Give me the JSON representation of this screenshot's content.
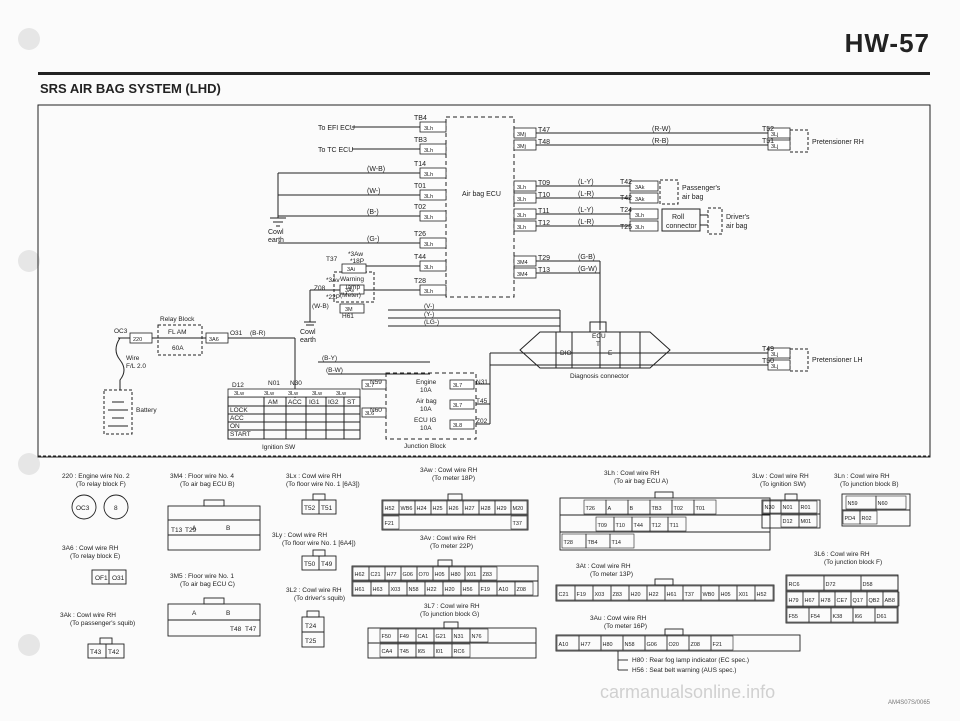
{
  "page": {
    "number": "HW-57",
    "title": "SRS AIR BAG SYSTEM (LHD)",
    "watermark": "carmanualsonline.info",
    "code": "AM4S07S/0065"
  },
  "diagram": {
    "top_left": {
      "to_efi": "To EFI ECU",
      "to_tc": "To TC ECU",
      "wires": [
        "(W-B)",
        "(W-)",
        "(B-)",
        "(G-)"
      ],
      "cowl_earth_1": "Cowl",
      "cowl_earth_2": "earth",
      "cowl_earth_3": "Cowl",
      "cowl_earth_4": "earth"
    },
    "ecu": {
      "label": "Air bag ECU",
      "left_pins": [
        "TB4",
        "TB3",
        "T14",
        "T01",
        "T02",
        "T26",
        "T44",
        "T28"
      ],
      "left_boxes": [
        "3Lh",
        "3Lh",
        "3Lh",
        "3Lh",
        "3Lh",
        "3Lh",
        "3Lh",
        "3Lh"
      ],
      "right_pins": [
        "T47",
        "T48",
        "T09",
        "T10",
        "T11",
        "T12",
        "T29",
        "T13"
      ],
      "right_boxes": [
        "3Mj",
        "3Mj",
        "3Lh",
        "3Lh",
        "3Lh",
        "3Lh",
        "3M4",
        "3M4"
      ],
      "right_wires": [
        "(R-W)",
        "(R-B)",
        "(L-Y)",
        "(L-R)",
        "(L-Y)",
        "(L-R)",
        "(G-B)",
        "(G-W)"
      ]
    },
    "outputs": {
      "pretensioner_rh": "Pretensioner RH",
      "pretensioner_lh": "Pretensioner LH",
      "passenger_1": "Passenger's",
      "passenger_2": "air bag",
      "driver_1": "Driver's",
      "driver_2": "air bag",
      "roll_1": "Roll",
      "roll_2": "connector",
      "t52": "T52",
      "t51": "T51",
      "t42a": "T42",
      "t43a": "T42",
      "t24": "T24",
      "t25": "T25",
      "t49": "T49",
      "t50": "T50",
      "box_3lj": "3Lj",
      "box_3ak": "3Ak",
      "box_3lh": "3Lh"
    },
    "warning": {
      "lamp_1": "Warning",
      "lamp_2": "lamp",
      "lamp_3": "(Meter)",
      "t37": "T37",
      "z08": "Z08",
      "h61": "H61",
      "p3aw": "*3Aw",
      "p18p": "*18P",
      "p3av": "*3Av",
      "p22p": "*22P",
      "box_3ai": "3Ai",
      "box_3av": "3Av",
      "box_3m": "3M",
      "wb": "(W-B)"
    },
    "diag": {
      "label": "Diagnosis connector",
      "ecu": "ECU",
      "t": "T",
      "dio": "DIO",
      "e": "E",
      "wires": [
        "(V-)",
        "(Y-)",
        "(LG-)"
      ]
    },
    "relay": {
      "label": "Relay Block",
      "oc3": "OC3",
      "box_220": "220",
      "fl_am": "FL AM",
      "amp": "60A",
      "box_3a6": "3A6",
      "o31": "O31",
      "o31_wire": "(B-R)",
      "wire_1": "Wire",
      "wire_2": "F/L 2.0",
      "battery": "Battery"
    },
    "ignition": {
      "label": "Ignition SW",
      "d12": "D12",
      "n01": "N01",
      "n30": "N30",
      "box_3lw": "3Lw",
      "headers": [
        "AM",
        "ACC",
        "IG1",
        "IG2",
        "ST"
      ],
      "rows": [
        "LOCK",
        "ACC",
        "ON",
        "START"
      ],
      "wire_by": "(B-Y)",
      "wire_bw": "(B-W)"
    },
    "junction": {
      "label": "Junction Block",
      "engine": "Engine",
      "engine_a": "10A",
      "airbag": "Air bag",
      "airbag_a": "10A",
      "ecuig": "ECU IG",
      "ecuig_a": "10A",
      "n59": "N59",
      "n60": "N60",
      "n31": "N31",
      "t45": "T45",
      "z02": "Z02",
      "box_3l7": "3L7",
      "box_3l6": "3L6",
      "box_3l8": "3L8"
    },
    "connectors": {
      "c220": "220 : Engine wire No. 2",
      "c220b": "(To relay block F)",
      "c220_pin": "OC3",
      "c220_pin2": "8",
      "c3a6": "3A6 : Cowl wire RH",
      "c3a6b": "(To relay block E)",
      "c3a6_p1": "OF1",
      "c3a6_p2": "O31",
      "c3ak": "3Ak : Cowl wire RH",
      "c3akb": "(To passenger's squib)",
      "c3ak_p": [
        "T43",
        "T42"
      ],
      "c3m4": "3M4 : Floor wire No. 4",
      "c3m4b": "(To air bag ECU B)",
      "c3m4_p": [
        "A",
        "B",
        "T13",
        "T29"
      ],
      "c3m5": "3M5 : Floor wire No. 1",
      "c3m5b": "(To air bag ECU C)",
      "c3m5_p": [
        "A",
        "B",
        "T48",
        "T47"
      ],
      "c3lx": "3Lx : Cowl wire RH",
      "c3lxb": "(To floor wire No. 1 [6A3])",
      "c3lx_p": [
        "T52",
        "T51"
      ],
      "c3ly": "3Ly : Cowl wire RH",
      "c3lyb": "(To floor wire No. 1 [6A4])",
      "c3ly_p": [
        "T50",
        "T49"
      ],
      "c3l2": "3L2 : Cowl wire RH",
      "c3l2b": "(To driver's squib)",
      "c3l2_p": [
        "T24",
        "T25"
      ],
      "c3aw": "3Aw : Cowl wire RH",
      "c3awb": "(To meter 18P)",
      "c3aw_r1": [
        "H52",
        "WB6",
        "H24",
        "H25",
        "H26",
        "H27",
        "H28",
        "H29",
        "M20"
      ],
      "c3aw_r2": [
        "F21",
        "T37"
      ],
      "c3av": "3Av : Cowl wire RH",
      "c3avb": "(To meter 22P)",
      "c3av_r1": [
        "H62",
        "C21",
        "H77",
        "G06",
        "O70",
        "H05",
        "H80",
        "X01",
        "Z83"
      ],
      "c3av_r2": [
        "H61",
        "H63",
        "X03",
        "N58",
        "H22",
        "H20",
        "H56",
        "F19",
        "A10",
        "Z08"
      ],
      "c3l7": "3L7 : Cowl wire RH",
      "c3l7b": "(To junction block G)",
      "c3l7_r1": [
        "F50",
        "F49",
        "CA1",
        "G21",
        "N31",
        "N76"
      ],
      "c3l7_r2": [
        "CA4",
        "T45",
        "I65",
        "I01",
        "RC6"
      ],
      "c3lh": "3Lh : Cowl wire RH",
      "c3lhb": "(To air bag ECU A)",
      "c3lh_r1": [
        "T26",
        "A",
        "B",
        "TB3",
        "T02",
        "T01"
      ],
      "c3lh_r2": [
        "T09",
        "T10",
        "T44",
        "T12",
        "T11"
      ],
      "c3lh_r3": [
        "T28",
        "TB4",
        "T14"
      ],
      "c3at": "3At : Cowl wire RH",
      "c3atb": "(To meter 13P)",
      "c3at_r": [
        "C21",
        "F19",
        "X03",
        "Z83",
        "H20",
        "H22",
        "H61",
        "T37",
        "WB0",
        "H05",
        "X01",
        "H52"
      ],
      "c3au": "3Au : Cowl wire RH",
      "c3aub": "(To meter 16P)",
      "c3au_r": [
        "A10",
        "H77",
        "H80",
        "N58",
        "G06",
        "O20",
        "Z08",
        "F21"
      ],
      "c3lw": "3Lw : Cowl wire RH",
      "c3lwb": "(To ignition SW)",
      "c3lw_p": [
        "N30",
        "N01",
        "R01",
        "D12",
        "M01"
      ],
      "c3ln": "3Ln : Cowl wire RH",
      "c3lnb": "(To junction block B)",
      "c3ln_p": [
        "N59",
        "N60",
        "PD4",
        "R02"
      ],
      "c3l6": "3L6 : Cowl wire RH",
      "c3l6b": "(To junction block F)",
      "c3l6_p": [
        "RC6",
        "D72",
        "D58",
        "H79",
        "H67",
        "H78",
        "CE7",
        "Q17",
        "QB2",
        "AB8",
        "F55",
        "F54",
        "K38",
        "I66",
        "D61"
      ],
      "note1": "H80 : Rear fog lamp indicator (EC spec.)",
      "note2": "H56 : Seat belt warning (AUS spec.)"
    }
  }
}
